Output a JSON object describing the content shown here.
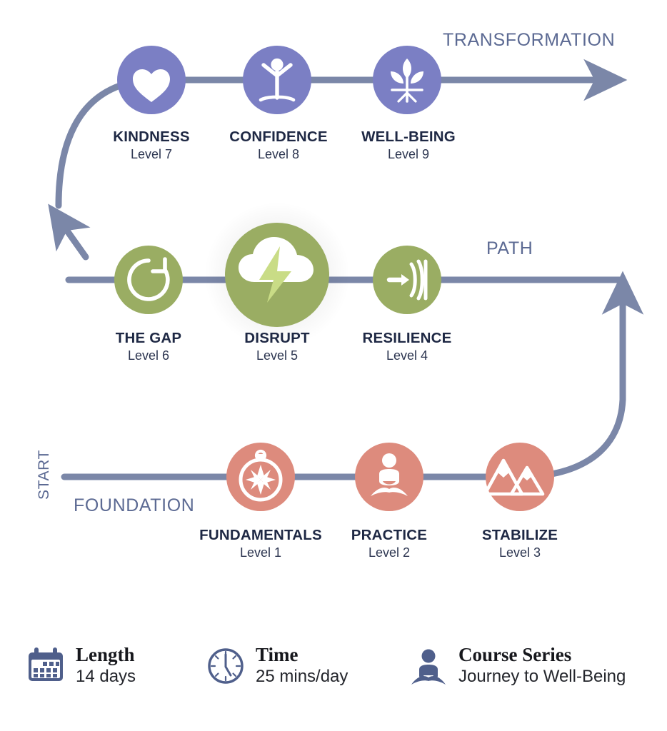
{
  "theme": {
    "background": "#ffffff",
    "connector": "#7b87a8",
    "purple": "#7b7fc4",
    "green": "#9aad63",
    "salmon": "#dd8b7d",
    "accent_lightning": "#c9dc86",
    "title_text": "#1e2844",
    "caption_text": "#5c6a93",
    "icon_fill": "#ffffff",
    "footer_icon": "#4f5f8b"
  },
  "stages": [
    {
      "key": "start",
      "label": "START",
      "orientation": "vertical"
    },
    {
      "key": "foundation",
      "label": "FOUNDATION",
      "orientation": "horizontal"
    },
    {
      "key": "path",
      "label": "PATH",
      "orientation": "horizontal"
    },
    {
      "key": "transformation",
      "label": "TRANSFORMATION",
      "orientation": "horizontal"
    }
  ],
  "rows": [
    {
      "key": "transformation-row",
      "color": "#7b7fc4",
      "nodes": [
        {
          "title": "KINDNESS",
          "level": "Level 7",
          "icon": "heart-icon"
        },
        {
          "title": "CONFIDENCE",
          "level": "Level 8",
          "icon": "person-arms-raised-icon"
        },
        {
          "title": "WELL-BEING",
          "level": "Level 9",
          "icon": "sprout-plant-icon"
        }
      ]
    },
    {
      "key": "path-row",
      "color": "#9aad63",
      "nodes": [
        {
          "title": "THE GAP",
          "level": "Level 6",
          "icon": "loop-gap-icon"
        },
        {
          "title": "DISRUPT",
          "level": "Level 5",
          "icon": "storm-cloud-lightning-icon"
        },
        {
          "title": "RESILIENCE",
          "level": "Level 4",
          "icon": "arrow-into-barrier-icon"
        }
      ]
    },
    {
      "key": "foundation-row",
      "color": "#dd8b7d",
      "nodes": [
        {
          "title": "FUNDAMENTALS",
          "level": "Level 1",
          "icon": "compass-icon"
        },
        {
          "title": "PRACTICE",
          "level": "Level 2",
          "icon": "meditation-figure-icon"
        },
        {
          "title": "STABILIZE",
          "level": "Level 3",
          "icon": "mountains-icon"
        }
      ]
    }
  ],
  "footer": {
    "items": [
      {
        "key": "length",
        "icon": "calendar-icon",
        "title": "Length",
        "value": "14 days"
      },
      {
        "key": "time",
        "icon": "clock-icon",
        "title": "Time",
        "value": "25 mins/day"
      },
      {
        "key": "series",
        "icon": "meditation-person-icon",
        "title": "Course Series",
        "value": "Journey to Well-Being"
      }
    ]
  }
}
